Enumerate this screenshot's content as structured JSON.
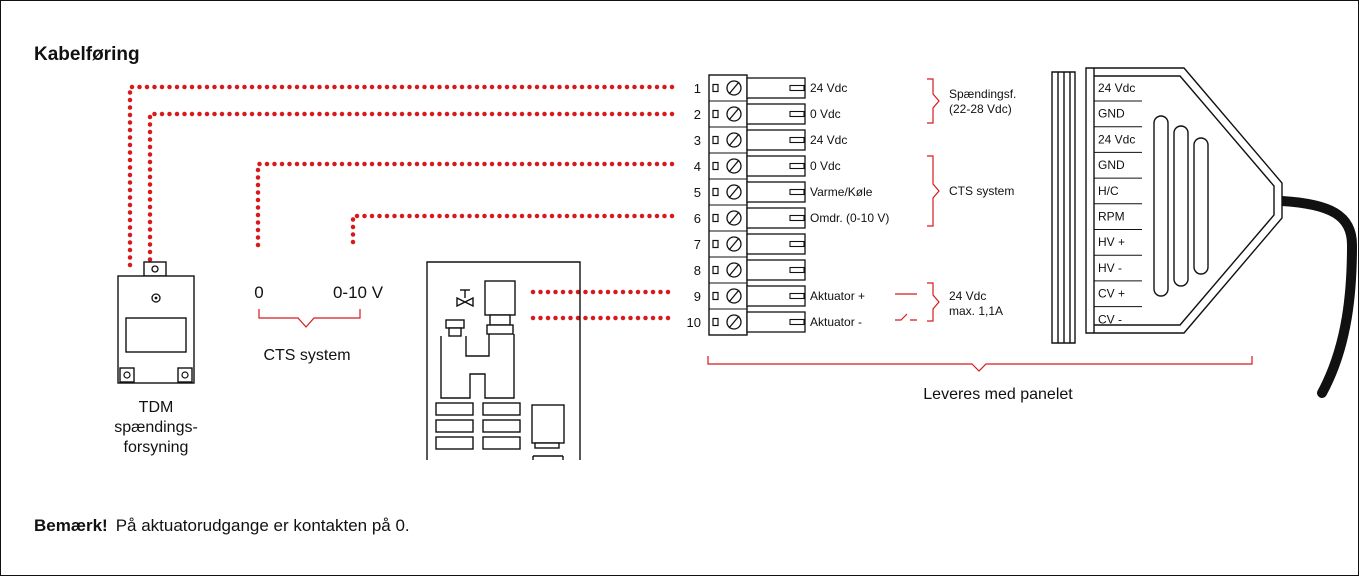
{
  "title": "Kabelføring",
  "note": {
    "bold": "Bemærk!",
    "text": "På aktuatorudgange er kontakten på 0."
  },
  "terminal_numbers": [
    "1",
    "2",
    "3",
    "4",
    "5",
    "6",
    "7",
    "8",
    "9",
    "10"
  ],
  "terminal_labels": [
    "24 Vdc",
    "0 Vdc",
    "24 Vdc",
    "0 Vdc",
    "Varme/Køle",
    "Omdr. (0-10 V)",
    "",
    "",
    "Aktuator  +",
    "Aktuator  -"
  ],
  "groups": {
    "supply": [
      "Spændingsf.",
      "(22-28 Vdc)"
    ],
    "cts": "CTS system",
    "actuator": [
      "24 Vdc",
      "max. 1,1A"
    ]
  },
  "connector_pins": [
    "24 Vdc",
    "GND",
    "24 Vdc",
    "GND",
    "H/C",
    "RPM",
    "HV +",
    "HV -",
    "CV +",
    "CV -"
  ],
  "supplied_with_panel": "Leveres med panelet",
  "tdm": [
    "TDM",
    "spændings-",
    "forsyning"
  ],
  "cts_block": {
    "low": "0",
    "high": "0-10 V",
    "label": "CTS system"
  },
  "colors": {
    "wire": "#d7191c",
    "outline": "#111111",
    "text": "#111111"
  }
}
